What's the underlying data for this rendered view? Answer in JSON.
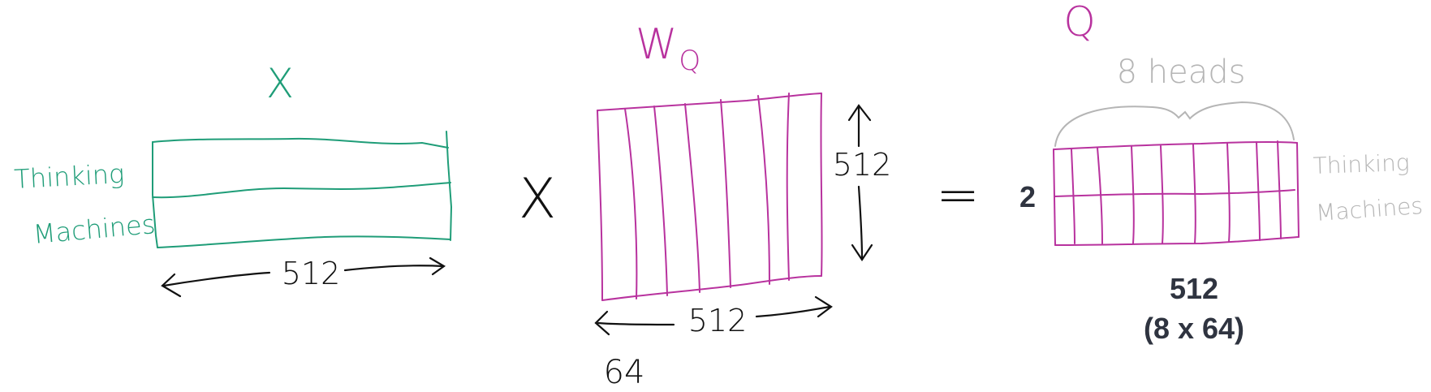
{
  "colors": {
    "x_matrix": "#1f9d78",
    "wq_matrix": "#b8329e",
    "q_matrix": "#b8329e",
    "ink": "#111111",
    "faint": "#b5b5b5",
    "typed": "#2f3440"
  },
  "x_matrix": {
    "title": "X",
    "row_labels": [
      "Thinking",
      "Machines"
    ],
    "width_label": "512"
  },
  "operators": {
    "multiply": "X",
    "equals": "="
  },
  "wq_matrix": {
    "title": "W",
    "title_subscript": "Q",
    "height_label": "512",
    "width_label": "512",
    "column_label": "64"
  },
  "q_matrix": {
    "title": "Q",
    "heads_label": "8 heads",
    "rows_label": "2",
    "row_labels": [
      "Thinking",
      "Machines"
    ],
    "width_label": "512",
    "width_breakdown": "(8 x 64)"
  }
}
